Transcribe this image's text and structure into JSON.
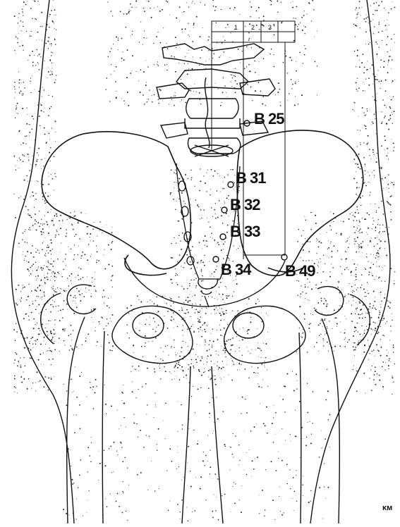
{
  "scale": {
    "numbers": [
      "1",
      "2",
      "3"
    ]
  },
  "points": {
    "b25": "B 25",
    "b31": "B 31",
    "b32": "B 32",
    "b33": "B 33",
    "b34": "B 34",
    "b49": "B 49"
  },
  "signature": "ᴋᴍ",
  "colors": {
    "ink": "#111111",
    "paper": "#ffffff"
  }
}
